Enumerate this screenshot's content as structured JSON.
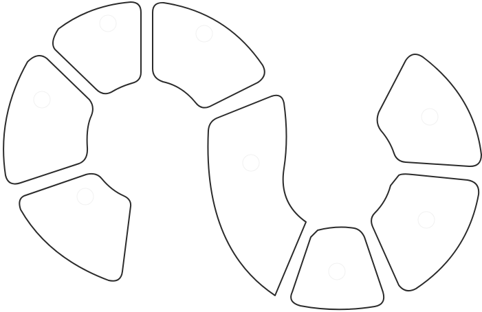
{
  "diagram": {
    "type": "segmented-rings",
    "colors": {
      "stroke": "#2b2b2b",
      "fill": "#ffffff",
      "background": "#ffffff"
    },
    "rings": [
      {
        "name": "left-ring",
        "segment_count": 4
      },
      {
        "name": "right-ring",
        "segment_count": 4
      }
    ]
  }
}
